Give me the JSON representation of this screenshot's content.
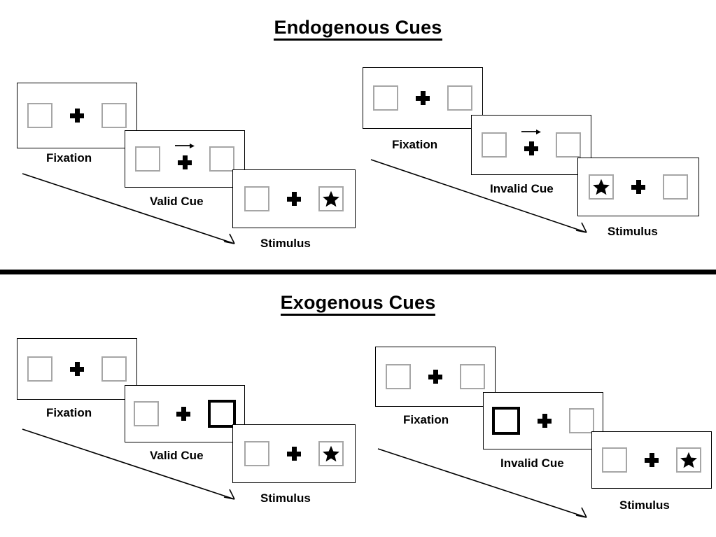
{
  "figure": {
    "kind": "posner-cueing-paradigm-diagram",
    "divider_color": "#000000",
    "box_border_color": "#a6a6a6",
    "cued_box_border_color": "#000000",
    "frame_color": "#000000"
  },
  "sections": [
    {
      "id": "endogenous",
      "title": "Endogenous Cues"
    },
    {
      "id": "exogenous",
      "title": "Exogenous Cues"
    }
  ],
  "labels": {
    "fixation": "Fixation",
    "valid_cue": "Valid Cue",
    "invalid_cue": "Invalid Cue",
    "stimulus": "Stimulus"
  },
  "sequences": [
    {
      "id": "endogenous-valid",
      "section": "Endogenous Cues",
      "condition": "Valid Cue",
      "cue_type": "arrow",
      "cue_direction": "right",
      "target_side": "right",
      "frames": [
        {
          "label": "Fixation",
          "left_box": "empty",
          "right_box": "empty",
          "cue": "none"
        },
        {
          "label": "Valid Cue",
          "left_box": "empty",
          "right_box": "empty",
          "cue": "arrow-right"
        },
        {
          "label": "Stimulus",
          "left_box": "empty",
          "right_box": "star",
          "cue": "none"
        }
      ]
    },
    {
      "id": "endogenous-invalid",
      "section": "Endogenous Cues",
      "condition": "Invalid Cue",
      "cue_type": "arrow",
      "cue_direction": "right",
      "target_side": "left",
      "frames": [
        {
          "label": "Fixation",
          "left_box": "empty",
          "right_box": "empty",
          "cue": "none"
        },
        {
          "label": "Invalid Cue",
          "left_box": "empty",
          "right_box": "empty",
          "cue": "arrow-right"
        },
        {
          "label": "Stimulus",
          "left_box": "star",
          "right_box": "empty",
          "cue": "none"
        }
      ]
    },
    {
      "id": "exogenous-valid",
      "section": "Exogenous Cues",
      "condition": "Valid Cue",
      "cue_type": "box-flash",
      "cue_direction": "right",
      "target_side": "right",
      "frames": [
        {
          "label": "Fixation",
          "left_box": "empty",
          "right_box": "empty",
          "cue": "none"
        },
        {
          "label": "Valid Cue",
          "left_box": "empty",
          "right_box": "cued",
          "cue": "box-right"
        },
        {
          "label": "Stimulus",
          "left_box": "empty",
          "right_box": "star",
          "cue": "none"
        }
      ]
    },
    {
      "id": "exogenous-invalid",
      "section": "Exogenous Cues",
      "condition": "Invalid Cue",
      "cue_type": "box-flash",
      "cue_direction": "left",
      "target_side": "right",
      "frames": [
        {
          "label": "Fixation",
          "left_box": "empty",
          "right_box": "empty",
          "cue": "none"
        },
        {
          "label": "Invalid Cue",
          "left_box": "cued",
          "right_box": "empty",
          "cue": "box-left"
        },
        {
          "label": "Stimulus",
          "left_box": "empty",
          "right_box": "star",
          "cue": "none"
        }
      ]
    }
  ],
  "time_arrows": [
    {
      "id": "endogenous-valid-time-arrow",
      "meaning": "time"
    },
    {
      "id": "endogenous-invalid-time-arrow",
      "meaning": "time"
    },
    {
      "id": "exogenous-valid-time-arrow",
      "meaning": "time"
    },
    {
      "id": "exogenous-invalid-time-arrow",
      "meaning": "time"
    }
  ]
}
